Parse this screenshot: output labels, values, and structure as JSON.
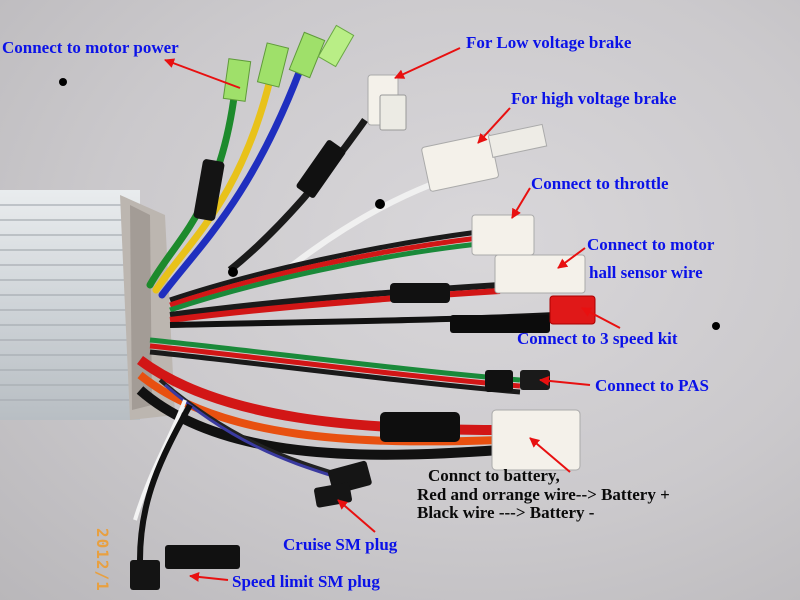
{
  "labels": {
    "motor_power": "Connect to motor power",
    "low_brake": "For Low voltage brake",
    "high_brake": "For high voltage brake",
    "throttle": "Connect to throttle",
    "hall_1": "Connect to motor",
    "hall_2": "hall sensor wire",
    "speed_kit": "Connect to 3 speed kit",
    "pas": "Connect to PAS",
    "battery_1": "Connct to battery,",
    "battery_2": "Red and orrange wire--> Battery +",
    "battery_3": "Black wire ---> Battery -",
    "cruise": "Cruise SM plug",
    "speed_limit": "Speed limit SM plug"
  },
  "photo_date_stamp": "2012/1",
  "colors": {
    "label_blue": "#0b12e8",
    "label_black": "#0a0a0a",
    "arrow_red": "#e81010",
    "controller_silver": "#d6dadd",
    "date_stamp_orange": "#e8a040"
  }
}
